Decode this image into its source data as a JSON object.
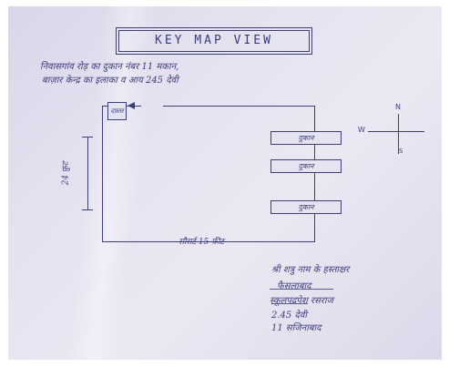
{
  "document": {
    "title": "KEY MAP VIEW",
    "subtitle_lines": [
      "निवासगांव रोड़ का दुकान नंबर 11 मकान,",
      "बाज़ार केन्द्र का इलाका व आय 245 देवी"
    ],
    "map": {
      "office_label": "दफ़्तर",
      "shops": [
        "दुकान",
        "दुकान",
        "दुकान"
      ],
      "side_dimension": "24 फ़ुट",
      "bottom_label": "सौरार्ट 15 फ़ीट"
    },
    "compass": {
      "north": "N",
      "west": "W",
      "south": "S"
    },
    "signature_block": [
      "श्री शत्रु नाम के हस्ताक्षर",
      "फैसलाबाद",
      "स्कूलपद्रपेश रसराज",
      "2.45 देवी",
      "11 सजिनाबाद"
    ],
    "colors": {
      "ink": "#3c3f7a",
      "paper": "#e6e3f1"
    }
  }
}
